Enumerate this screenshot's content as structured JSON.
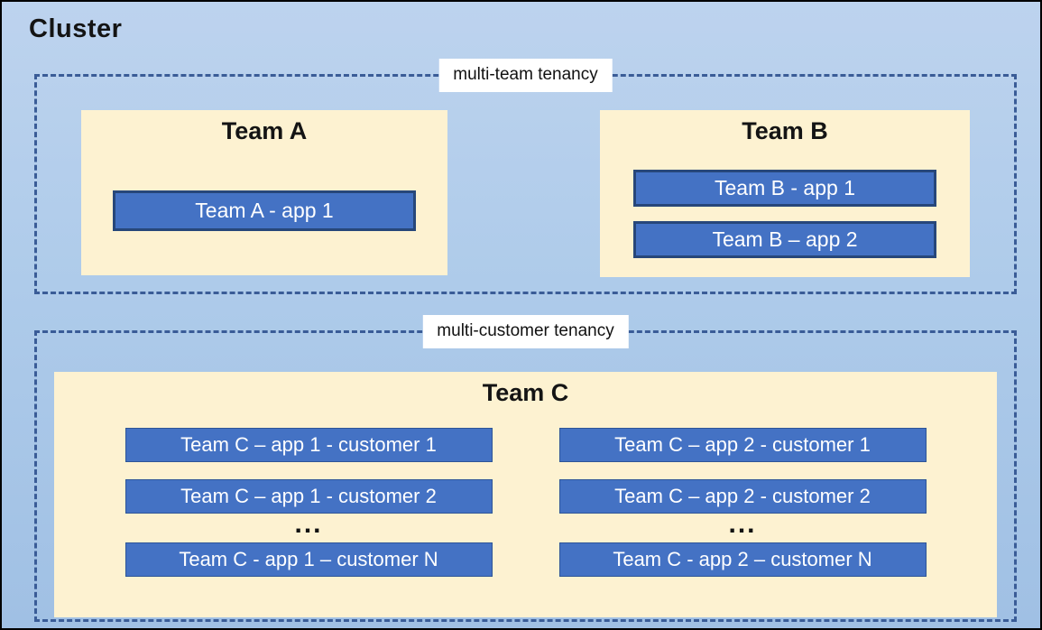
{
  "cluster": {
    "title": "Cluster"
  },
  "sections": [
    {
      "label": "multi-team tenancy",
      "teams": [
        {
          "name": "Team A",
          "apps": [
            "Team A - app 1"
          ]
        },
        {
          "name": "Team B",
          "apps": [
            "Team B - app 1",
            "Team B – app 2"
          ]
        }
      ]
    },
    {
      "label": "multi-customer tenancy",
      "teams": [
        {
          "name": "Team C",
          "columns": [
            {
              "apps": [
                "Team C – app 1 - customer 1",
                "Team C – app 1 - customer 2"
              ],
              "ellipsis": "...",
              "last_app": "Team C - app 1 – customer N"
            },
            {
              "apps": [
                "Team C – app 2 - customer 1",
                "Team C – app 2 - customer 2"
              ],
              "ellipsis": "...",
              "last_app": "Team C - app 2 – customer N"
            }
          ]
        }
      ]
    }
  ],
  "colors": {
    "cluster_background": "#aecbea",
    "team_background": "#fdf2d1",
    "app_fill": "#4472c4",
    "app_border": "#27477a",
    "dashed_border": "#3a5c97",
    "label_background": "#ffffff"
  }
}
